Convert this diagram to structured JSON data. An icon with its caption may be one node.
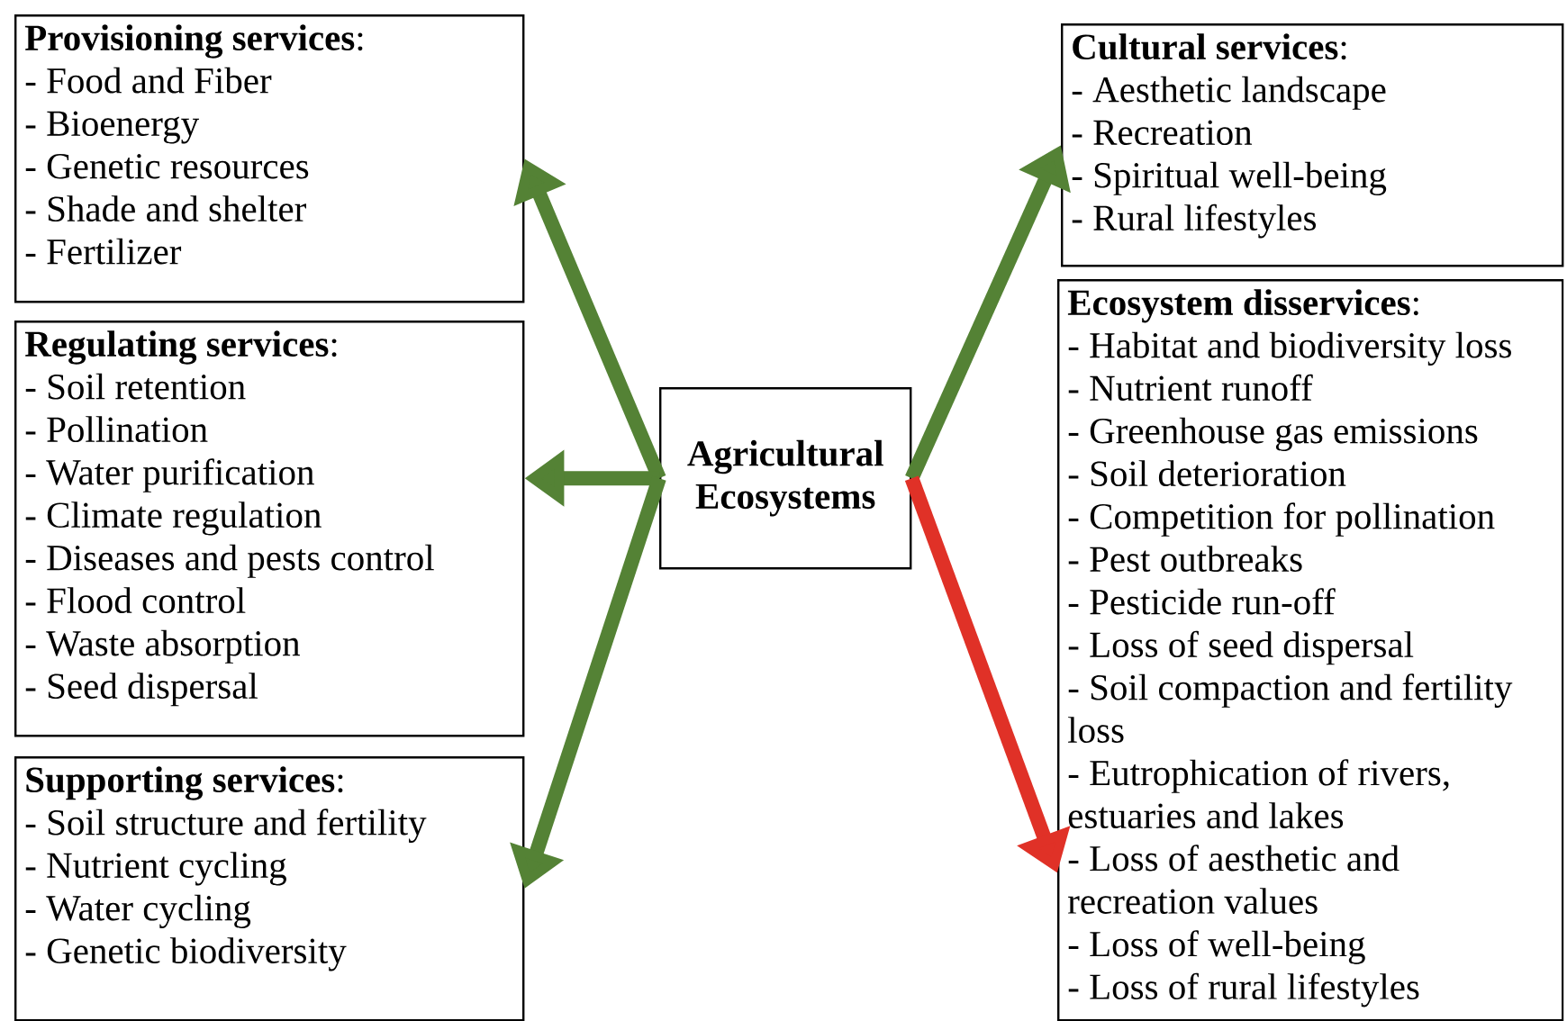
{
  "diagram": {
    "nodes": [
      {
        "text": [
          "**Provisioning services**:",
          "- Food and Fiber",
          "- Bioenergy",
          "- Genetic resources",
          "- Shade and shelter",
          "- Fertilizer"
        ]
      },
      {
        "text": [
          "**Regulating services**:",
          "- Soil retention",
          "- Pollination",
          "- Water purification",
          "- Climate regulation",
          "- Diseases and pests control",
          "- Flood control",
          "- Waste absorption",
          "- Seed dispersal"
        ]
      },
      {
        "text": [
          "**Supporting services**:",
          "- Soil structure and fertility",
          "- Nutrient cycling",
          "- Water cycling",
          "- Genetic biodiversity"
        ]
      },
      {
        "text": [
          "Agricultural Ecosystems"
        ]
      },
      {
        "text": [
          "**Cultural services**:",
          "- Aesthetic landscape",
          "- Recreation",
          "- Spiritual well-being",
          "- Rural lifestyles"
        ]
      },
      {
        "text": [
          "**Ecosystem disservices**:",
          "- Habitat and biodiversity loss",
          "- Nutrient runoff",
          "- Greenhouse gas emissions",
          "- Soil deterioration",
          "- Competition for pollination",
          "- Pest outbreaks",
          "- Pesticide run-off",
          "- Loss of seed dispersal",
          "- Soil compaction and fertility loss",
          "- Eutrophication of rivers, estuaries and lakes",
          "- Loss of aesthetic and recreation values",
          "- Loss of well-being",
          "- Loss of rural lifestyles"
        ]
      }
    ],
    "edges": [
      {
        "from": 3,
        "to": 0,
        "arrow": "to"
      },
      {
        "from": 3,
        "to": 1,
        "arrow": "to"
      },
      {
        "from": 3,
        "to": 2,
        "arrow": "to"
      },
      {
        "from": 3,
        "to": 4,
        "arrow": "to"
      },
      {
        "from": 3,
        "to": 5,
        "arrow": "to",
        "color": "#e03127"
      }
    ]
  }
}
